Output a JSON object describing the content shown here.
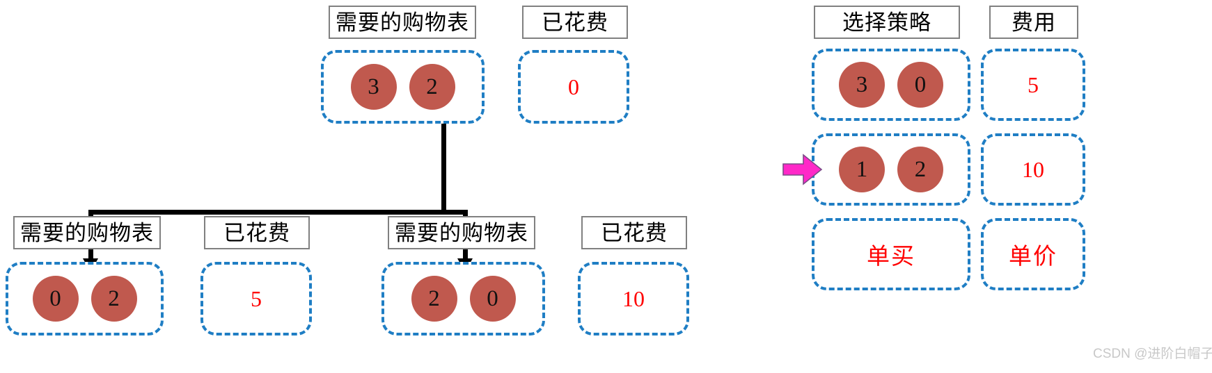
{
  "labels": {
    "shopping_list": "需要的购物表",
    "spent": "已花费",
    "strategy": "选择策略",
    "cost": "费用"
  },
  "tree": {
    "root": {
      "list_header": "需要的购物表",
      "items": [
        "3",
        "2"
      ],
      "spent_header": "已花费",
      "spent_value": "0"
    },
    "children": [
      {
        "list_header": "需要的购物表",
        "items": [
          "0",
          "2"
        ],
        "spent_header": "已花费",
        "spent_value": "5"
      },
      {
        "list_header": "需要的购物表",
        "items": [
          "2",
          "0"
        ],
        "spent_header": "已花费",
        "spent_value": "10"
      }
    ]
  },
  "strategy_table": {
    "headers": {
      "strategy": "选择策略",
      "cost": "费用"
    },
    "rows": [
      {
        "items": [
          "3",
          "0"
        ],
        "cost": "5",
        "selected": false
      },
      {
        "items": [
          "1",
          "2"
        ],
        "cost": "10",
        "selected": true
      },
      {
        "text": "单买",
        "cost": "单价",
        "selected": false
      }
    ]
  },
  "pointer": {
    "icon": "right-arrow-icon",
    "color": "#ff28c8"
  },
  "colors": {
    "circle_fill": "#c0594e",
    "dashed_border": "#1f7ec4",
    "value_text": "#ff0000",
    "header_border": "#808080",
    "connector": "#000000"
  },
  "watermark": "CSDN @进阶白帽子"
}
